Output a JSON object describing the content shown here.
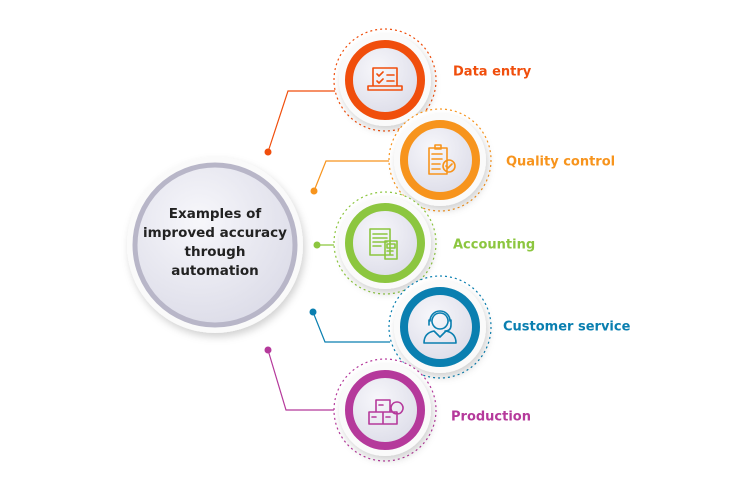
{
  "center": {
    "title": "Examples of improved accuracy through automation"
  },
  "items": [
    {
      "label": "Data entry",
      "icon": "laptop-checklist-icon",
      "color": "#f04e0c"
    },
    {
      "label": "Quality control",
      "icon": "clipboard-check-icon",
      "color": "#f7941d"
    },
    {
      "label": "Accounting",
      "icon": "document-calculator-icon",
      "color": "#8cc63f"
    },
    {
      "label": "Customer service",
      "icon": "headset-agent-icon",
      "color": "#0a7fb0"
    },
    {
      "label": "Production",
      "icon": "boxes-gear-icon",
      "color": "#b5399b"
    }
  ]
}
